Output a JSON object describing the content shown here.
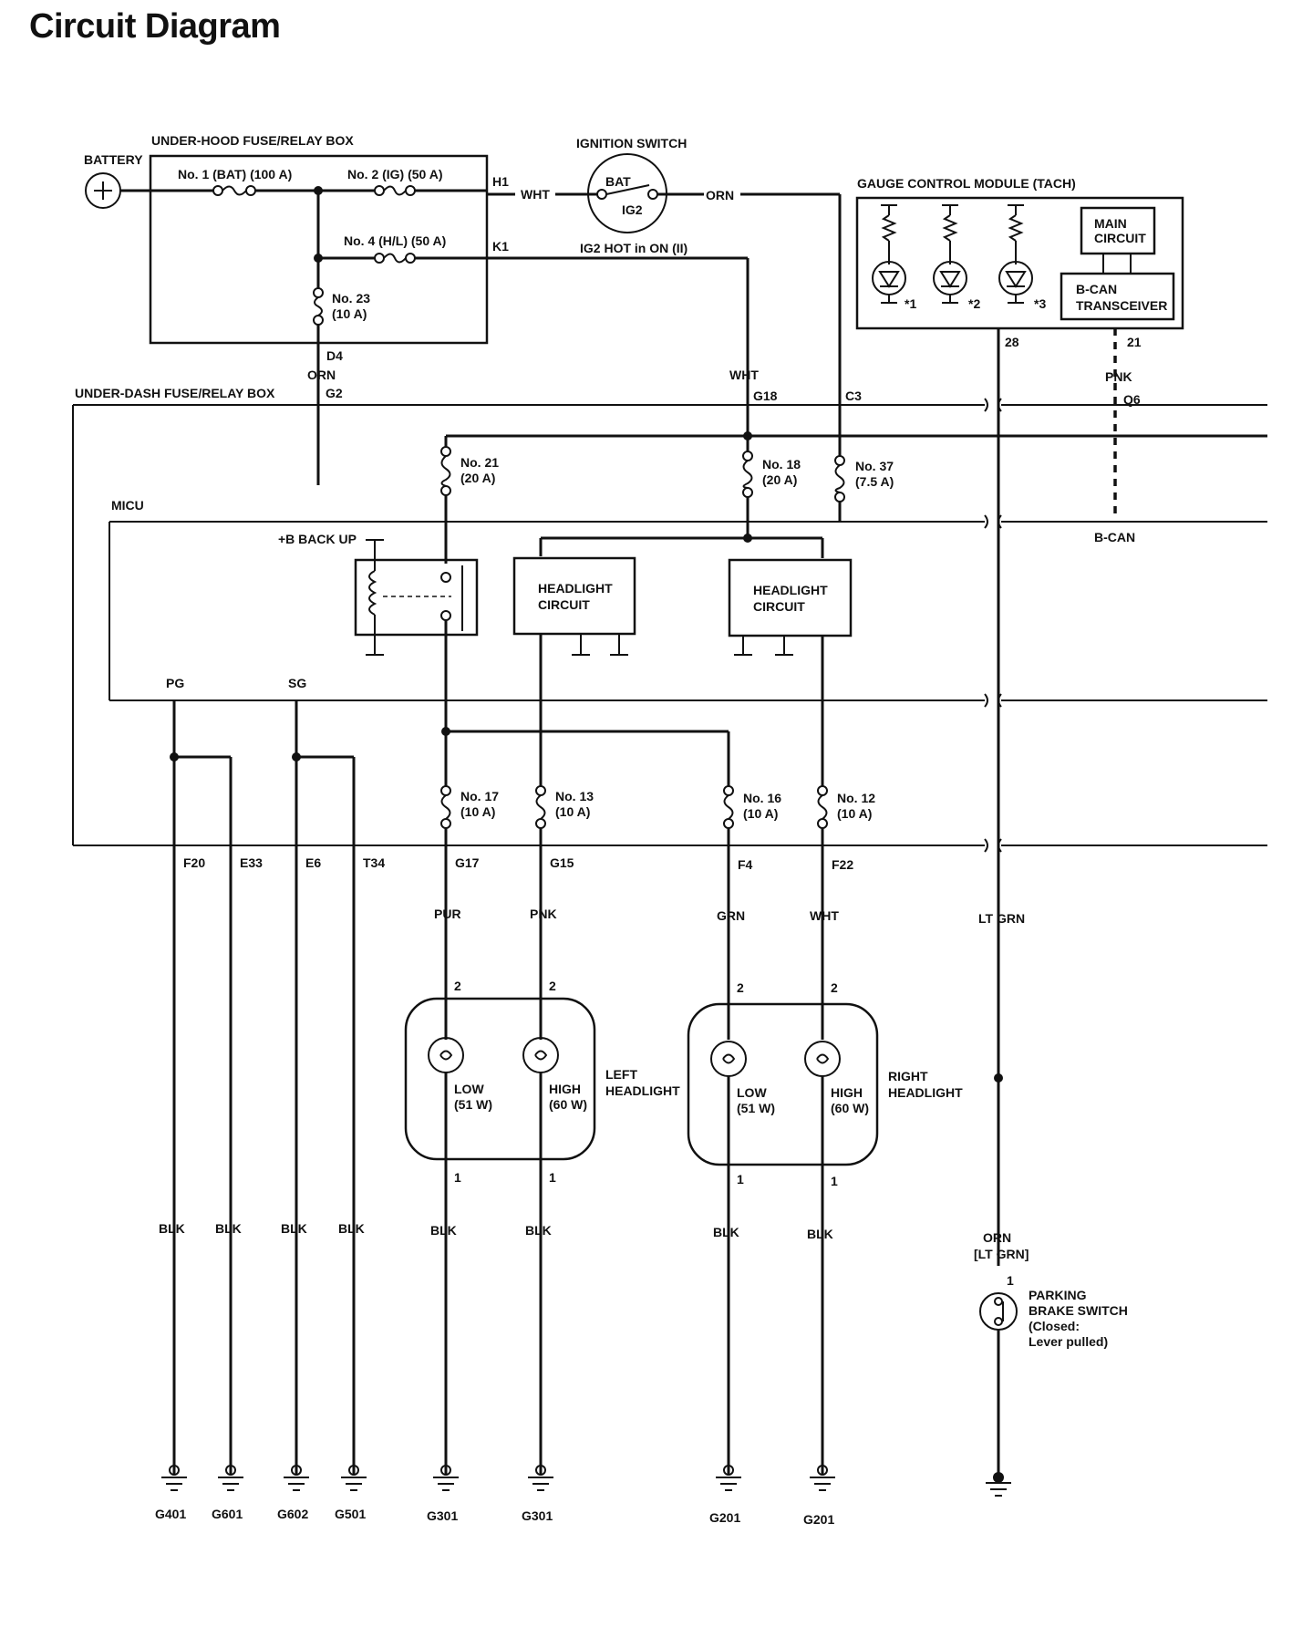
{
  "page_title": "Circuit Diagram",
  "labels": {
    "battery": "BATTERY",
    "under_hood_box": "UNDER-HOOD FUSE/RELAY BOX",
    "fuse1": "No. 1 (BAT) (100 A)",
    "fuse2": "No. 2 (IG) (50 A)",
    "fuse4": "No. 4 (H/L) (50 A)",
    "fuse23_a": "No. 23",
    "fuse23_b": "(10 A)",
    "term_h1": "H1",
    "term_k1": "K1",
    "term_d4": "D4",
    "ignition_switch": "IGNITION SWITCH",
    "ign_bat": "BAT",
    "ign_ig2": "IG2",
    "ig2_note": "IG2 HOT in ON (II)",
    "gauge_module": "GAUGE CONTROL MODULE (TACH)",
    "main_circuit_a": "MAIN",
    "main_circuit_b": "CIRCUIT",
    "bcan_tx_a": "B-CAN",
    "bcan_tx_b": "TRANSCEIVER",
    "led_note1": "*1",
    "led_note2": "*2",
    "led_note3": "*3",
    "pin28": "28",
    "pin21": "21",
    "wire_wht_h1": "WHT",
    "wire_orn_ign": "ORN",
    "wire_orn_d4": "ORN",
    "wire_wht_k1": "WHT",
    "wire_pnk_bcan": "PNK",
    "under_dash_box": "UNDER-DASH FUSE/RELAY BOX",
    "conn_g2": "G2",
    "conn_g18": "G18",
    "conn_c3": "C3",
    "conn_q6": "Q6",
    "fuse21_a": "No. 21",
    "fuse21_b": "(20 A)",
    "fuse18_a": "No. 18",
    "fuse18_b": "(20 A)",
    "fuse37_a": "No. 37",
    "fuse37_b": "(7.5 A)",
    "micu": "MICU",
    "b_backup": "+B BACK UP",
    "bcan": "B-CAN",
    "headlight_circuit1_a": "HEADLIGHT",
    "headlight_circuit1_b": "CIRCUIT",
    "headlight_circuit2_a": "HEADLIGHT",
    "headlight_circuit2_b": "CIRCUIT",
    "pg": "PG",
    "sg": "SG",
    "fuse17_a": "No. 17",
    "fuse17_b": "(10 A)",
    "fuse13_a": "No. 13",
    "fuse13_b": "(10 A)",
    "fuse16_a": "No. 16",
    "fuse16_b": "(10 A)",
    "fuse12_a": "No. 12",
    "fuse12_b": "(10 A)",
    "conn_f20": "F20",
    "conn_e33": "E33",
    "conn_e6": "E6",
    "conn_t34": "T34",
    "conn_g17": "G17",
    "conn_g15": "G15",
    "conn_f4": "F4",
    "conn_f22": "F22",
    "wire_pur": "PUR",
    "wire_pnk": "PNK",
    "wire_grn": "GRN",
    "wire_wht": "WHT",
    "wire_ltgrn": "LT GRN",
    "pin2_a": "2",
    "pin2_b": "2",
    "pin2_c": "2",
    "pin2_d": "2",
    "pin1_a": "1",
    "pin1_b": "1",
    "pin1_c": "1",
    "pin1_d": "1",
    "pin1_brake": "1",
    "low_a": "LOW",
    "low_a_w": "(51 W)",
    "high_a": "HIGH",
    "high_a_w": "(60 W)",
    "low_b": "LOW",
    "low_b_w": "(51 W)",
    "high_b": "HIGH",
    "high_b_w": "(60 W)",
    "left_headlight_a": "LEFT",
    "left_headlight_b": "HEADLIGHT",
    "right_headlight_a": "RIGHT",
    "right_headlight_b": "HEADLIGHT",
    "blk_1": "BLK",
    "blk_2": "BLK",
    "blk_3": "BLK",
    "blk_4": "BLK",
    "blk_5": "BLK",
    "blk_6": "BLK",
    "blk_7": "BLK",
    "blk_8": "BLK",
    "wire_orn_brake": "ORN",
    "wire_ltgrn_brake": "[LT GRN]",
    "parking_brake_a": "PARKING",
    "parking_brake_b": "BRAKE SWITCH",
    "parking_brake_c": "(Closed:",
    "parking_brake_d": "Lever pulled)",
    "g401": "G401",
    "g601": "G601",
    "g602": "G602",
    "g501": "G501",
    "g301_a": "G301",
    "g301_b": "G301",
    "g201_a": "G201",
    "g201_b": "G201"
  }
}
